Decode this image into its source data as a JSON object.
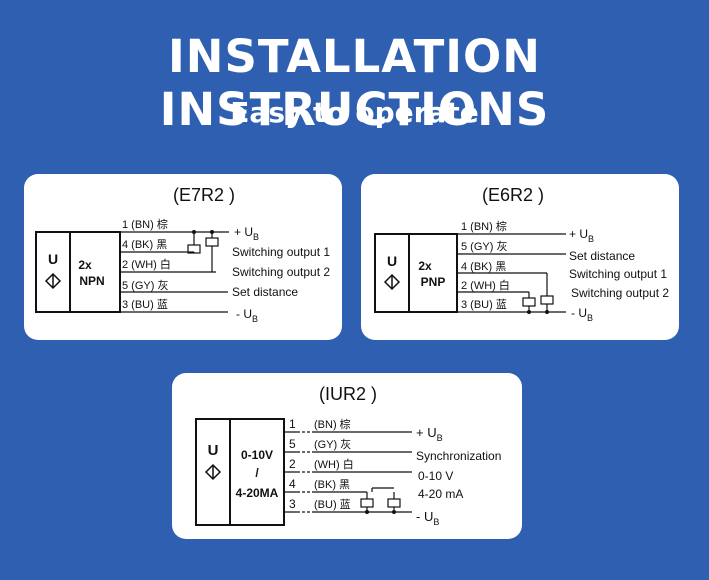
{
  "header": {
    "title": "INSTALLATION INSTRUCTIONS",
    "subtitle": "Easy to operate"
  },
  "e7r2": {
    "title": "(E7R2 )",
    "sensor_symbol": "U",
    "output_type_line1": "2x",
    "output_type_line2": "NPN",
    "wires": [
      "1 (BN) 棕",
      "4 (BK) 黑",
      "2 (WH) 白",
      "5 (GY) 灰",
      "3 (BU) 蓝"
    ],
    "labels": {
      "plus_ub": "+ U",
      "switching1": "Switching output 1",
      "switching2": "Switching output 2",
      "set_distance": "Set distance",
      "minus_ub": "- U",
      "sub_b": "B"
    }
  },
  "e6r2": {
    "title": "(E6R2 )",
    "sensor_symbol": "U",
    "output_type_line1": "2x",
    "output_type_line2": "PNP",
    "wires": [
      "1 (BN) 棕",
      "5 (GY) 灰",
      "4 (BK) 黑",
      "2 (WH) 白",
      "3 (BU) 蓝"
    ],
    "labels": {
      "plus_ub": "+ U",
      "set_distance": "Set distance",
      "switching1": "Switching output 1",
      "switching2": "Switching output 2",
      "minus_ub": "- U",
      "sub_b": "B"
    }
  },
  "iur2": {
    "title": "(IUR2 )",
    "sensor_symbol": "U",
    "output_line1": "0-10V",
    "output_line2": "/",
    "output_line3": "4-20MA",
    "pins": [
      "1",
      "5",
      "2",
      "4",
      "3"
    ],
    "wires": [
      "(BN) 棕",
      "(GY) 灰",
      "(WH) 白",
      "(BK) 黑",
      "(BU) 蓝"
    ],
    "labels": {
      "plus_ub": "+ U",
      "synchronization": "Synchronization",
      "voltage": "0-10  V",
      "current": "4-20 mA",
      "minus_ub": "- U",
      "sub_b": "B"
    }
  }
}
